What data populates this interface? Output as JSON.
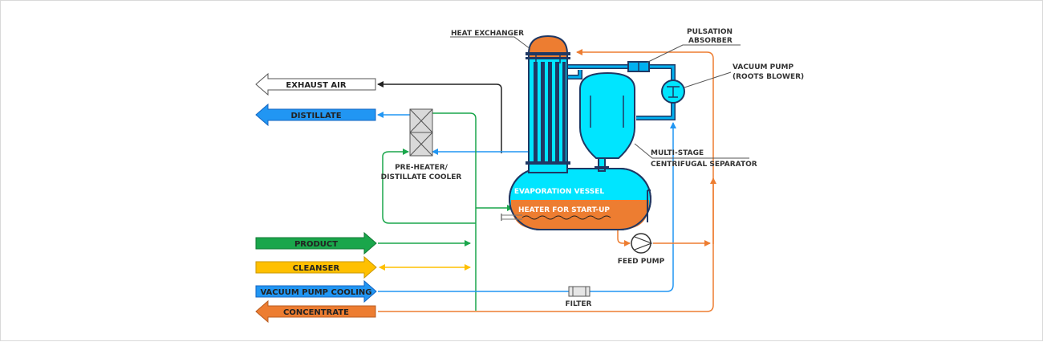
{
  "streams": {
    "exhaust_air": "EXHAUST AIR",
    "distillate": "DISTILLATE",
    "product": "PRODUCT",
    "cleanser": "CLEANSER",
    "vacuum_pump_cooling": "VACUUM PUMP COOLING",
    "concentrate": "CONCENTRATE"
  },
  "components": {
    "heat_exchanger": "HEAT EXCHANGER",
    "pulsation_absorber": [
      "PULSATION",
      "ABSORBER"
    ],
    "vacuum_pump": [
      "VACUUM PUMP",
      "(ROOTS BLOWER)"
    ],
    "separator": [
      "MULTI-STAGE",
      "CENTRIFUGAL SEPARATOR"
    ],
    "preheater": [
      "PRE-HEATER/",
      "DISTILLATE COOLER"
    ],
    "evaporation_vessel": "EVAPORATION VESSEL",
    "heater": "HEATER FOR START-UP",
    "feed_pump": "FEED PUMP",
    "filter": "FILTER"
  },
  "colors": {
    "distillate": "#2196f3",
    "product": "#1aa64b",
    "cleanser": "#ffc000",
    "concentrate": "#ed7d31",
    "vapor": "#00e5ff",
    "exhaust": "#ffffff",
    "line_dark": "#1f3864"
  }
}
